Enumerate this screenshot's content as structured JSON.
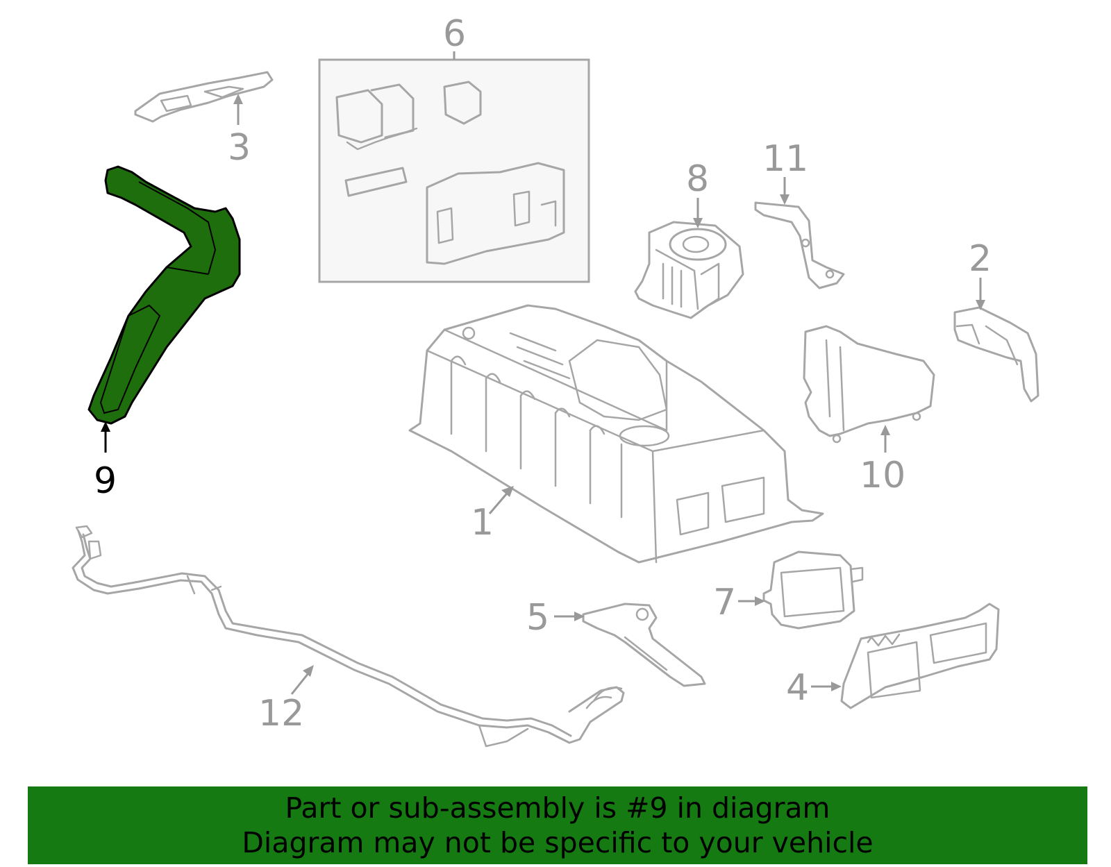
{
  "callouts": {
    "c1": "1",
    "c2": "2",
    "c3": "3",
    "c4": "4",
    "c5": "5",
    "c6": "6",
    "c7": "7",
    "c8": "8",
    "c9": "9",
    "c10": "10",
    "c11": "11",
    "c12": "12"
  },
  "highlighted_part": "9",
  "colors": {
    "banner": "#157a12",
    "highlight": "#1f6e0e",
    "line_art": "#a6a6a6",
    "callout_text": "#999999"
  },
  "banner": {
    "line1": "Part or sub-assembly is #9 in diagram",
    "line2": "Diagram may not be specific to your vehicle"
  }
}
